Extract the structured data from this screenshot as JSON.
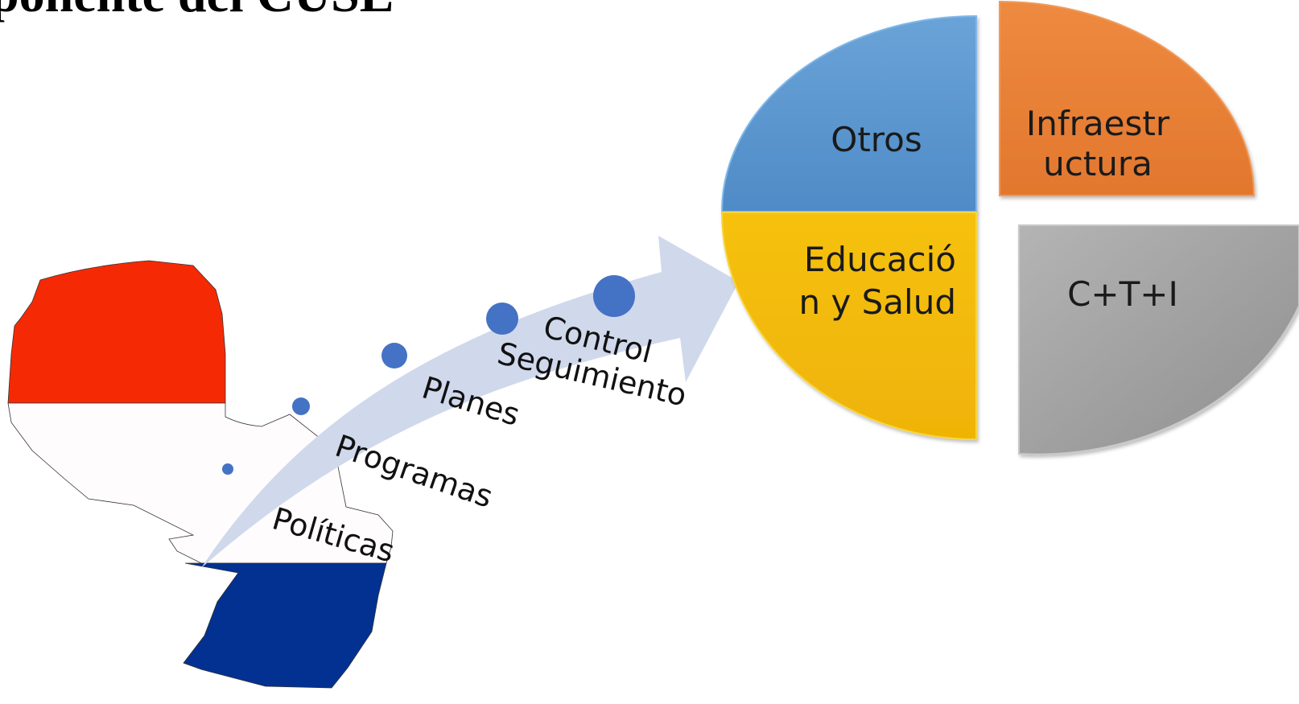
{
  "title": "ponente del CUSE",
  "map": {
    "flag_colors": {
      "red": "#F52A04",
      "white": "#FEFCFC",
      "blue": "#023192"
    }
  },
  "arrow": {
    "color": "#D0D8EC",
    "dot_color": "#4472C4",
    "labels": [
      "Políticas",
      "Programas",
      "Planes",
      "Seguimiento",
      "Control"
    ]
  },
  "quadrants": [
    {
      "label_lines": [
        "Otros"
      ],
      "color": "#5B97CE"
    },
    {
      "label_lines": [
        "Infraestr",
        "uctura"
      ],
      "color": "#E87D34"
    },
    {
      "label_lines": [
        "Educació",
        "n y Salud"
      ],
      "color": "#F3BA0A"
    },
    {
      "label_lines": [
        "C+T+I"
      ],
      "color": "#A6A6A6"
    }
  ]
}
